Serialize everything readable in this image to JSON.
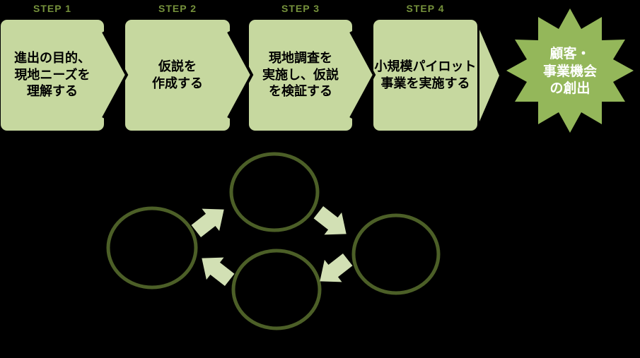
{
  "colors": {
    "background": "#000000",
    "box_fill": "#C6D89F",
    "step_label_text": "#76923C",
    "box_text": "#000000",
    "burst_fill": "#94B75A",
    "burst_text": "#FFFFFF",
    "circle_stroke": "#4C5F27",
    "cycle_arrow_fill": "#D2E0B4"
  },
  "process": {
    "steps": [
      {
        "label": "STEP 1",
        "text": "進出の目的、\n現地ニーズを\n理解する"
      },
      {
        "label": "STEP 2",
        "text": "仮説を\n作成する"
      },
      {
        "label": "STEP 3",
        "text": "現地調査を\n実施し、仮説\nを検証する"
      },
      {
        "label": "STEP 4",
        "text": "小規模パイロット\n事業を実施する"
      }
    ],
    "result": {
      "text": "顧客・\n事業機会\nの創出"
    }
  },
  "cycle": {
    "circles": 4,
    "arrows": 4,
    "direction": "clockwise"
  }
}
